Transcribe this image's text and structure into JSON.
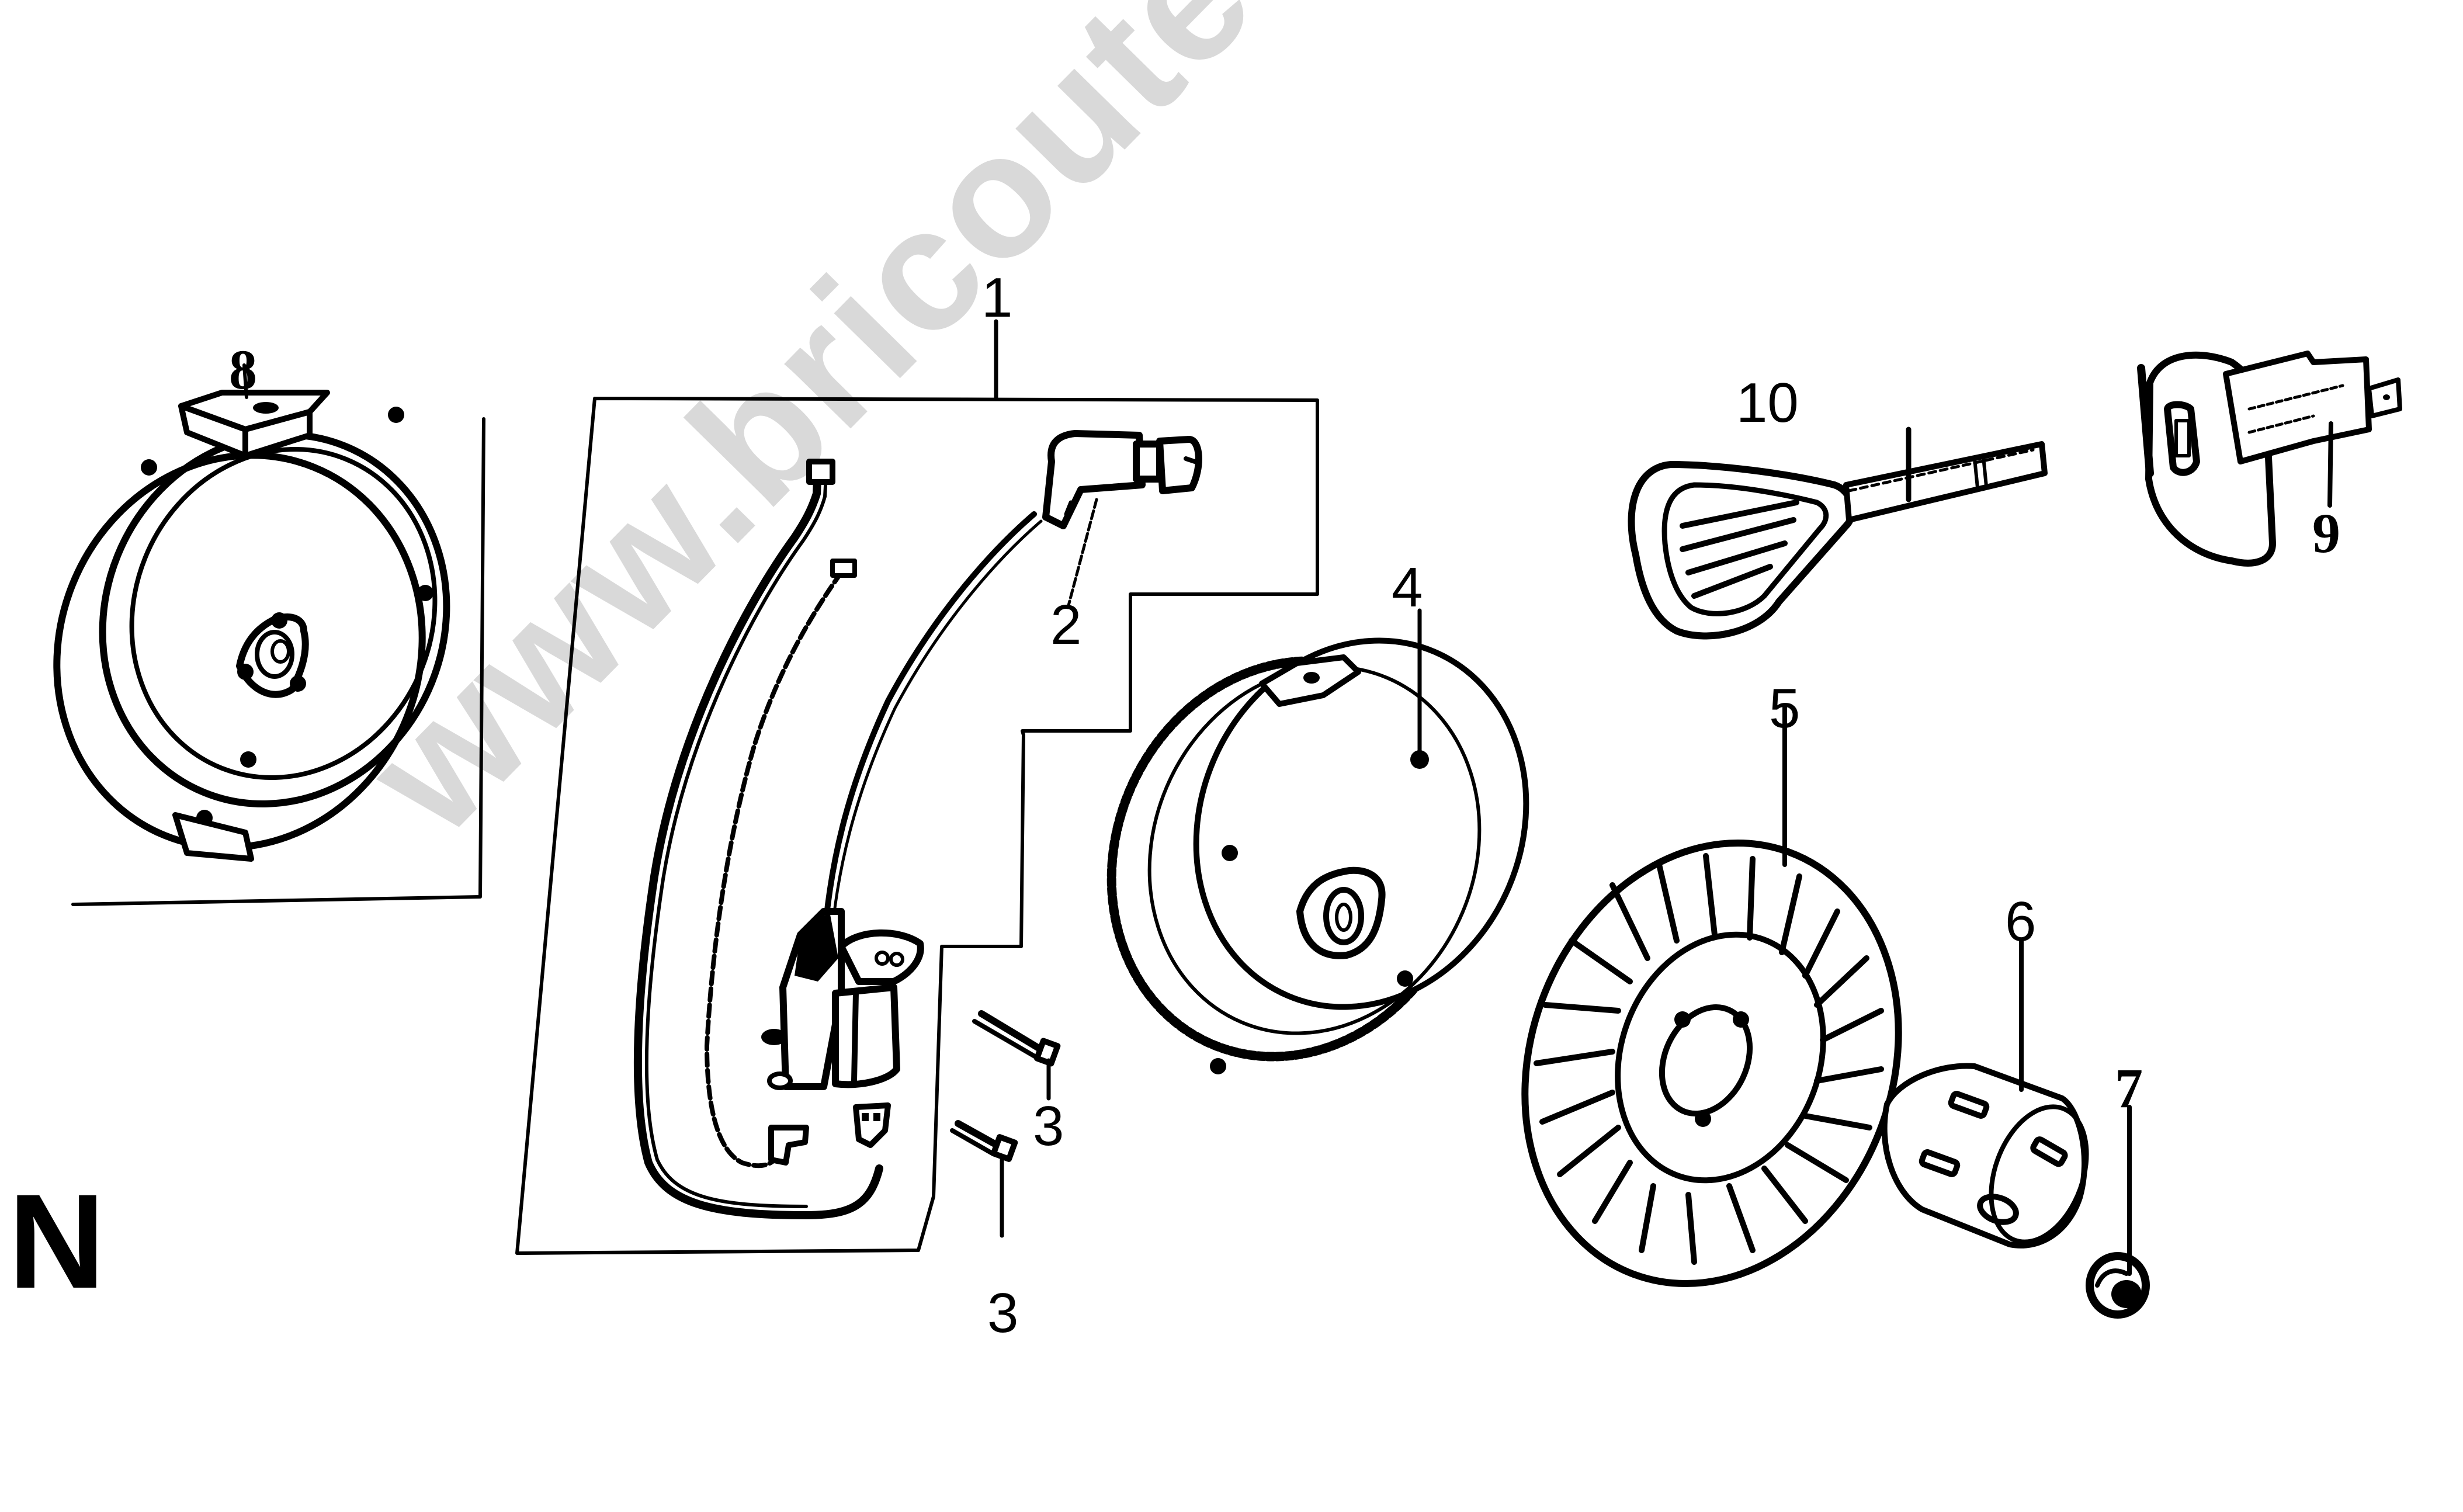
{
  "diagram": {
    "section_letter": "N",
    "watermark": "www.bricoutensili.com",
    "background_color": "#ffffff",
    "ink_color": "#000000",
    "watermark_color": "#d9d9d9"
  },
  "callouts": [
    {
      "id": "1",
      "label": "1",
      "part": "ignition coil assembly (group)"
    },
    {
      "id": "2",
      "label": "2",
      "part": "spark plug cap"
    },
    {
      "id": "3a",
      "label": "3",
      "part": "bolt (upper)"
    },
    {
      "id": "3b",
      "label": "3",
      "part": "bolt (lower)"
    },
    {
      "id": "4",
      "label": "4",
      "part": "flywheel with ring gear"
    },
    {
      "id": "5",
      "label": "5",
      "part": "cooling fan"
    },
    {
      "id": "6",
      "label": "6",
      "part": "starter cup"
    },
    {
      "id": "7",
      "label": "7",
      "part": "flywheel nut"
    },
    {
      "id": "8",
      "label": "8",
      "part": "flywheel (alternative)"
    },
    {
      "id": "9",
      "label": "9",
      "part": "ignition switch"
    },
    {
      "id": "10",
      "label": "10",
      "part": "key"
    }
  ]
}
